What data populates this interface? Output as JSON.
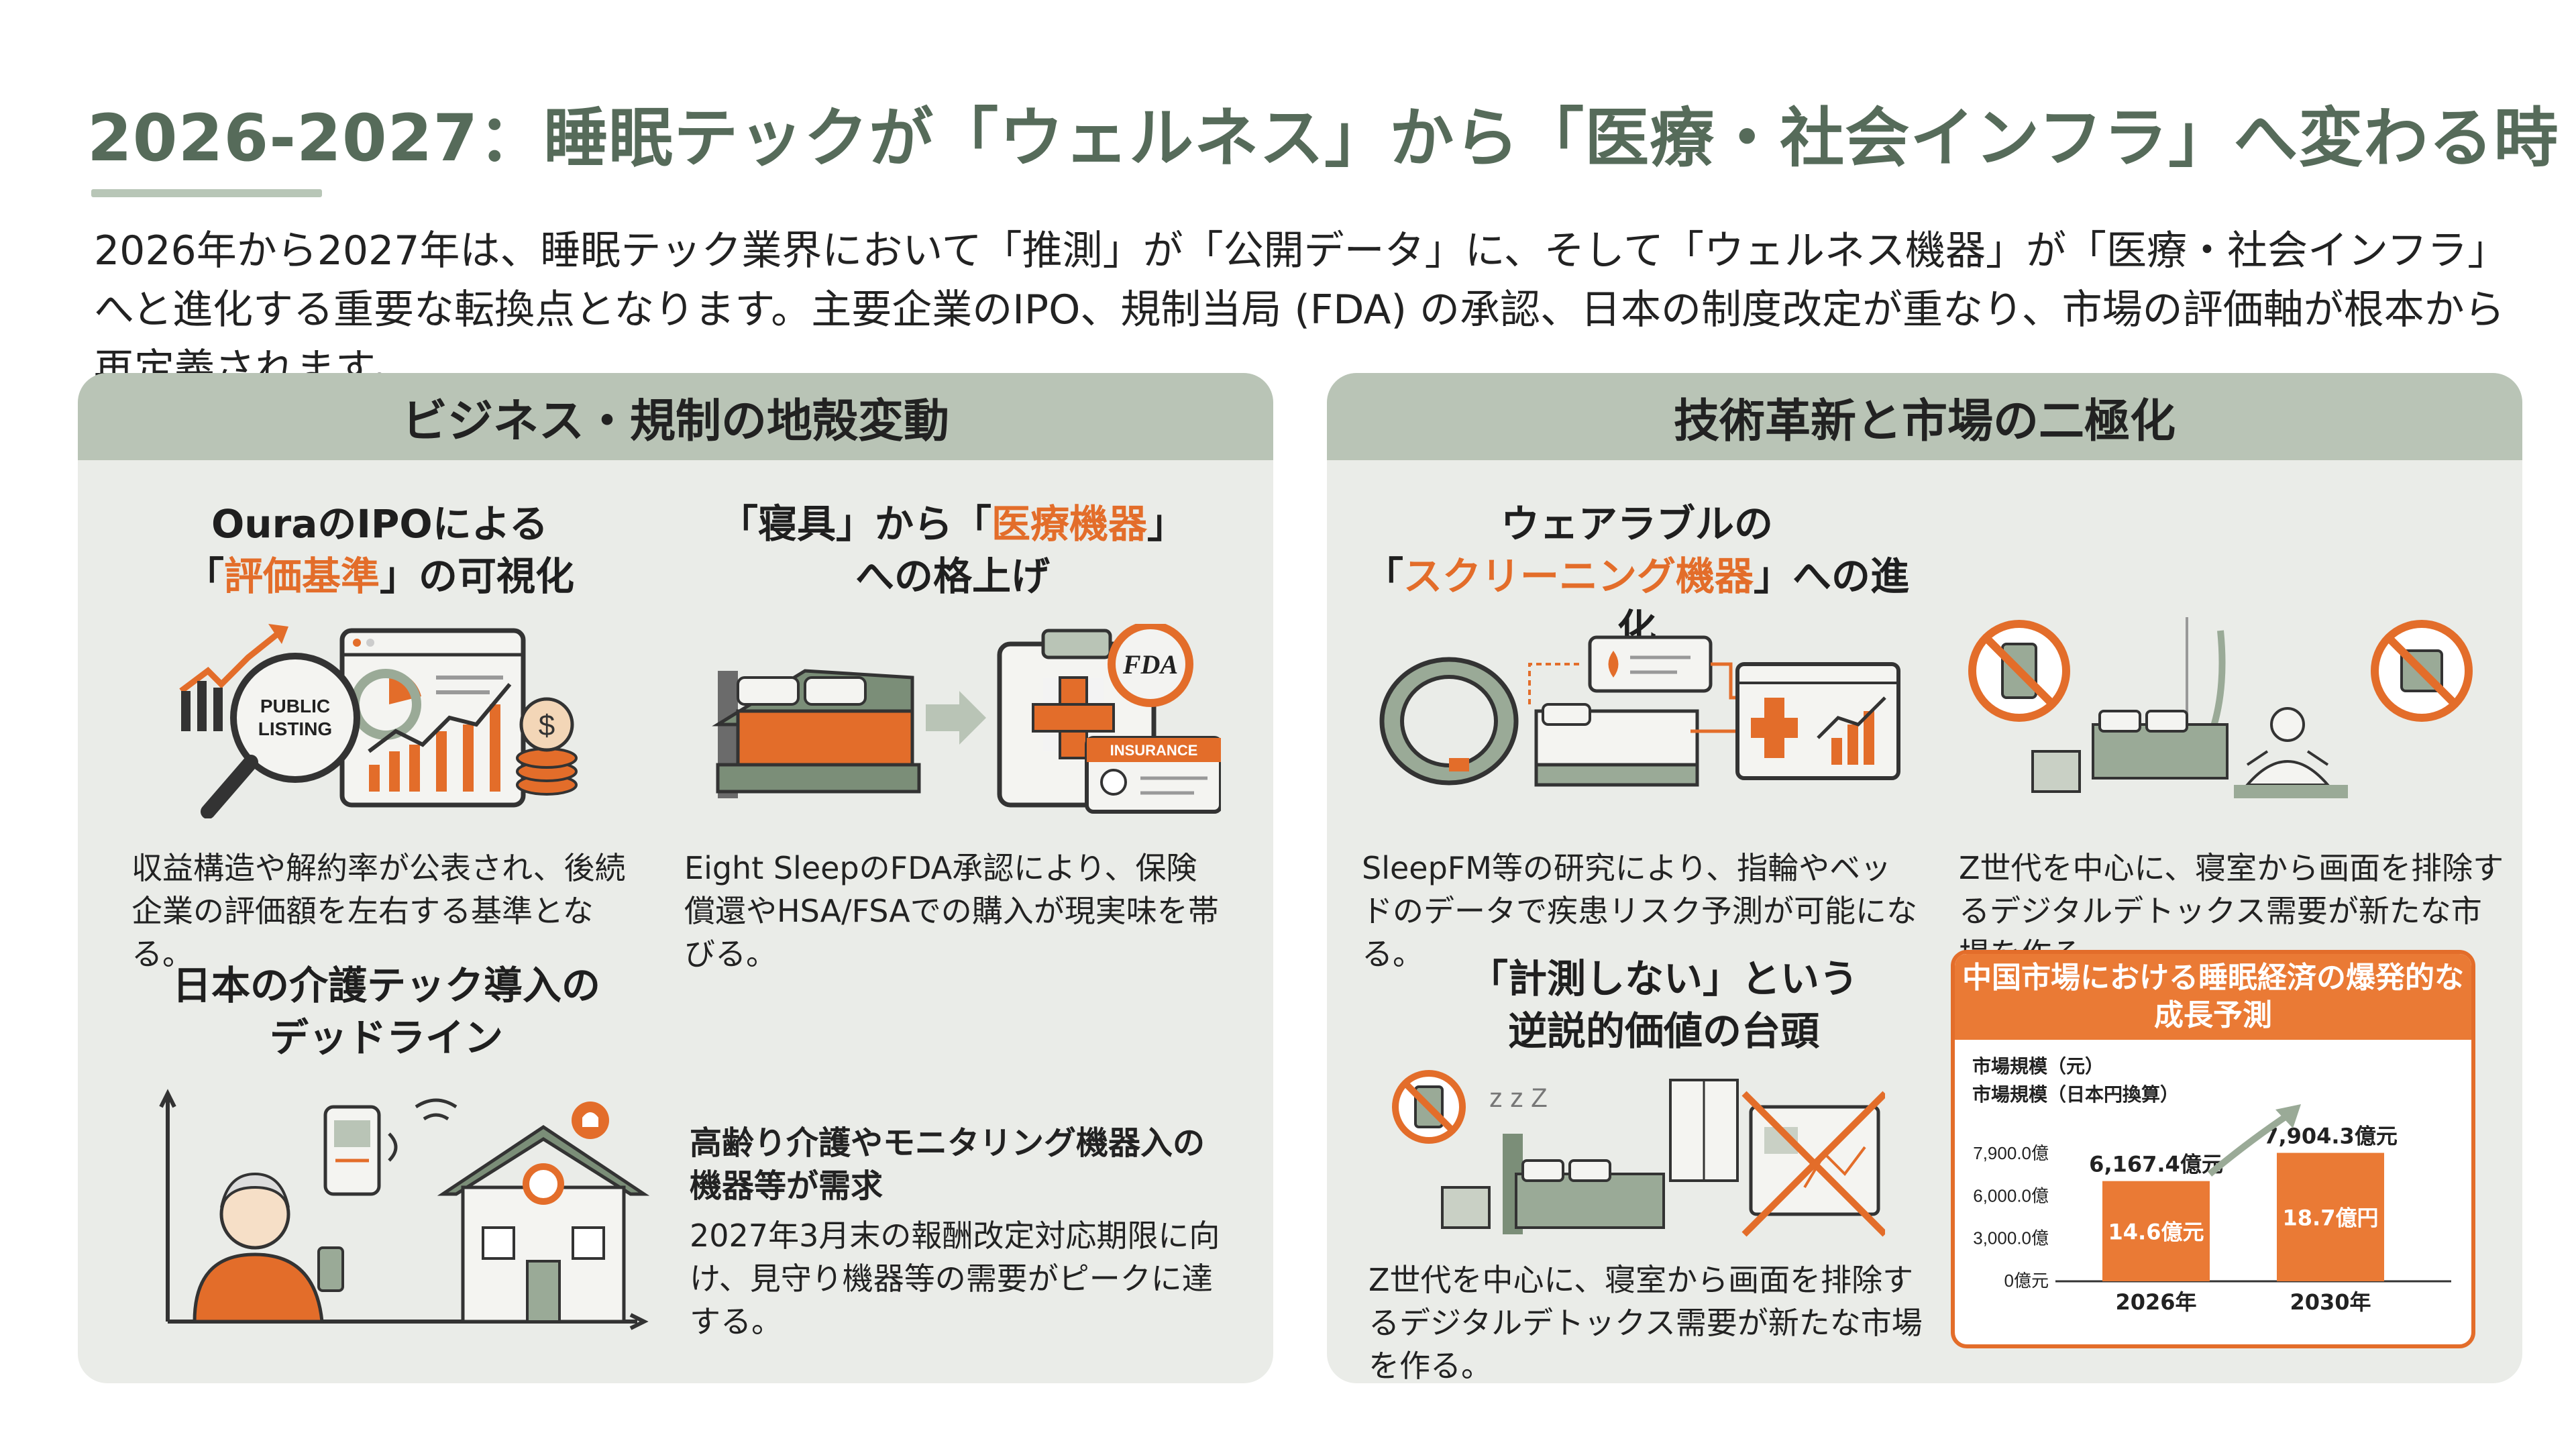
{
  "title": "2026-2027：睡眠テックが「ウェルネス」から「医療・社会インフラ」へ変わる時",
  "intro": "2026年から2027年は、睡眠テック業界において「推測」が「公開データ」に、そして「ウェルネス機器」が「医療・社会インフラ」へと進化する重要な転換点となります。主要企業のIPO、規制当局 (FDA) の承認、日本の制度改定が重なり、市場の評価軸が根本から再定義されます。",
  "left_panel": {
    "header": "ビジネス・規制の地殻変動",
    "oura": {
      "title_line1": "OuraのIPOによる",
      "title_pre": "「",
      "title_highlight": "評価基準",
      "title_post": "」の可視化",
      "badge_line1": "PUBLIC",
      "badge_line2": "LISTING",
      "body": "収益構造や解約率が公表され、後続企業の評価額を左右する基準となる。"
    },
    "bedding": {
      "title_pre": "「寝具」から「",
      "title_highlight": "医療機器",
      "title_post": "」",
      "title_line2": "への格上げ",
      "fda_label": "FDA",
      "insurance_label": "INSURANCE",
      "body": "Eight SleepのFDA承認により、保険償還やHSA/FSAでの購入が現実味を帯びる。"
    },
    "care": {
      "title_line1": "日本の介護テック導入の",
      "title_line2": "デッドライン",
      "body_bold": "高齢り介護やモニタリング機器入の機器等が需求",
      "body": "2027年3月末の報酬改定対応期限に向け、見守り機器等の需要がピークに達する。"
    }
  },
  "right_panel": {
    "header": "技術革新と市場の二極化",
    "wearable": {
      "title_line1": "ウェアラブルの",
      "title_pre": "「",
      "title_highlight": "スクリーニング機器",
      "title_post": "」への進化",
      "body": "SleepFM等の研究により、指輪やベッドのデータで疾患リスク予測が可能になる。"
    },
    "detox_top": {
      "body": "Z世代を中心に、寝室から画面を排除するデジタルデトックス需要が新たな市場を作る。"
    },
    "no_measure": {
      "title_line1": "「計測しない」という",
      "title_line2": "逆説的価値の台頭",
      "zzz": "z z Z",
      "body": "Z世代を中心に、寝室から画面を排除するデジタルデトックス需要が新たな市場を作る。"
    }
  },
  "chart_data": {
    "type": "bar",
    "title": "中国市場における睡眠経済の爆発的な成長予測",
    "ylabel_line1": "市場規模（元）",
    "ylabel_line2": "市場規模（日本円換算）",
    "categories": [
      "2026年",
      "2030年"
    ],
    "values": [
      6167.4,
      7904.3
    ],
    "value_labels": [
      "6,167.4億元",
      "7,904.3億元"
    ],
    "inner_labels": [
      "14.6億元",
      "18.7億円"
    ],
    "yticks": [
      "7,900.0億",
      "6,000.0億",
      "3,000.0億",
      "0億元"
    ],
    "ylim": [
      0,
      9000
    ],
    "colors": {
      "bar": "#ea7a35",
      "arrow": "#9aaa97"
    }
  },
  "colors": {
    "accent": "#e36d2a",
    "sage": "#566b5a",
    "panel": "#eaece8",
    "panel_header": "#b9c4b6"
  }
}
